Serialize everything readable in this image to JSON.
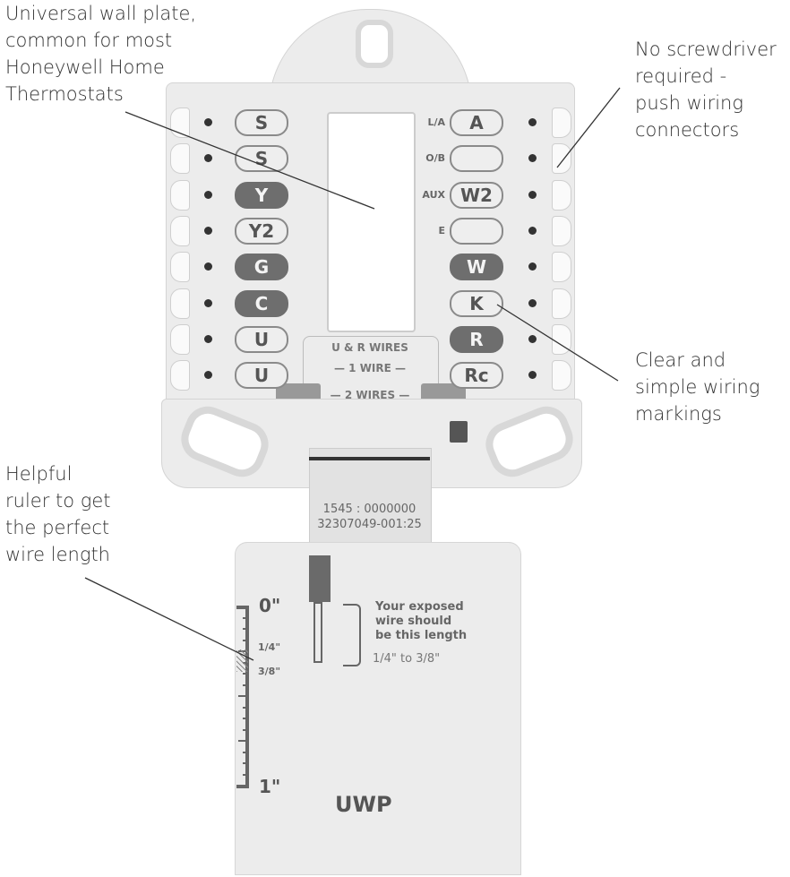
{
  "callouts": {
    "wall_plate": [
      "Universal wall plate,",
      "common for most",
      "Honeywell Home",
      "Thermostats"
    ],
    "screwdriver": [
      "No screwdriver",
      "required -",
      "push wiring",
      "connectors"
    ],
    "markings": [
      "Clear and",
      "simple wiring",
      "markings"
    ],
    "ruler": [
      "Helpful",
      "ruler to get",
      "the perfect",
      "wire length"
    ]
  },
  "terminals_left": [
    {
      "label": "S",
      "dark": false
    },
    {
      "label": "S",
      "dark": false
    },
    {
      "label": "Y",
      "dark": true
    },
    {
      "label": "Y2",
      "dark": false
    },
    {
      "label": "G",
      "dark": true
    },
    {
      "label": "C",
      "dark": true
    },
    {
      "label": "U",
      "dark": false
    },
    {
      "label": "U",
      "dark": false
    }
  ],
  "terminals_right": [
    {
      "small": "L/A",
      "label": "A",
      "dark": false
    },
    {
      "small": "O/B",
      "label": "",
      "dark": false
    },
    {
      "small": "AUX",
      "label": "W2",
      "dark": false
    },
    {
      "small": "E",
      "label": "",
      "dark": false
    },
    {
      "small": "",
      "label": "W",
      "dark": true
    },
    {
      "small": "",
      "label": "K",
      "dark": false
    },
    {
      "small": "",
      "label": "R",
      "dark": true
    },
    {
      "small": "",
      "label": "Rc",
      "dark": false
    }
  ],
  "ur_wires": {
    "title": "U & R WIRES",
    "one": "— 1 WIRE —",
    "two": "— 2 WIRES —"
  },
  "serial": {
    "line1": "1545 : 0000000",
    "line2": "32307049-001:25"
  },
  "ruler": {
    "zero": "0\"",
    "quarter": "1/4\"",
    "three_eighths": "3/8\"",
    "one": "1\"",
    "instruction": [
      "Your exposed",
      "wire should",
      "be this length"
    ],
    "range": "1/4\" to 3/8\"",
    "model": "UWP"
  }
}
